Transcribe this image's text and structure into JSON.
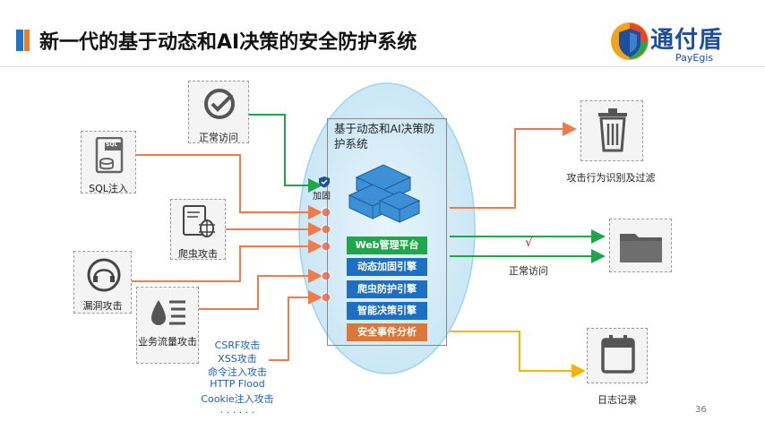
{
  "title": "新一代的基于动态和AI决策的安全防护系统",
  "logo": {
    "name": "通付盾",
    "sub": "PayEgis"
  },
  "inputs": {
    "normal_access": "正常访问",
    "sql_injection": "SQL注入",
    "sql_tag": "SQL",
    "crawler_attack": "爬虫攻击",
    "vuln_attack": "漏洞攻击",
    "business_traffic": "业务流量攻击"
  },
  "attack_list": [
    "CSRF攻击",
    "XSS攻击",
    "命令注入攻击",
    "HTTP Flood",
    "Cookie注入攻击",
    "· · · · · ·"
  ],
  "core": {
    "title": "基于动态和AI决策防护系统",
    "reinforce": "加固",
    "modules": [
      {
        "label": "Web管理平台",
        "color": "#22a64a"
      },
      {
        "label": "动态加固引擎",
        "color": "#1d6fc4"
      },
      {
        "label": "爬虫防护引擎",
        "color": "#1d6fc4"
      },
      {
        "label": "智能决策引擎",
        "color": "#1d6fc4"
      },
      {
        "label": "安全事件分析",
        "color": "#d9783a"
      }
    ]
  },
  "outputs": {
    "filter": "攻击行为识别及过滤",
    "normal_access": "正常访问",
    "log": "日志记录"
  },
  "check_mark": "√",
  "page_number": "36"
}
